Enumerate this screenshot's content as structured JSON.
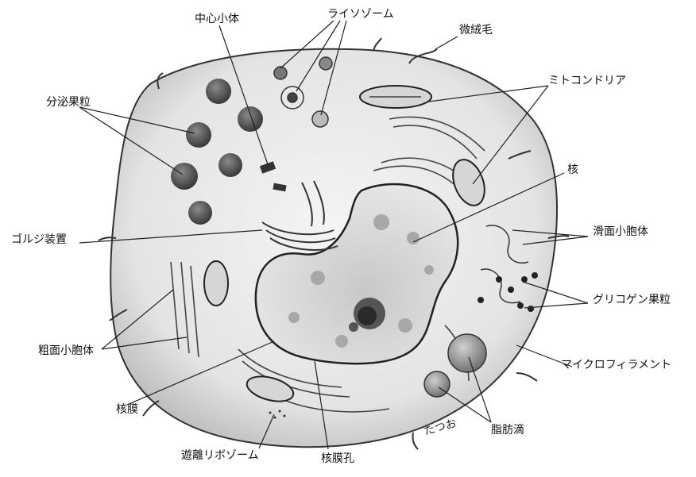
{
  "labels": {
    "centrosome": "中心小体",
    "lysosome": "ライソゾーム",
    "microvilli": "微絨毛",
    "secretory_granules": "分泌果粒",
    "mitochondria": "ミトコンドリア",
    "nucleus": "核",
    "golgi": "ゴルジ装置",
    "smooth_er": "滑面小胞体",
    "glycogen": "グリコゲン果粒",
    "rough_er": "粗面小胞体",
    "microfilament": "マイクロフィラメント",
    "nuclear_envelope": "核膜",
    "lipid_droplet": "脂肪滴",
    "free_ribosome": "遊離リボゾーム",
    "nuclear_pore": "核膜孔"
  },
  "signature": "たつお"
}
